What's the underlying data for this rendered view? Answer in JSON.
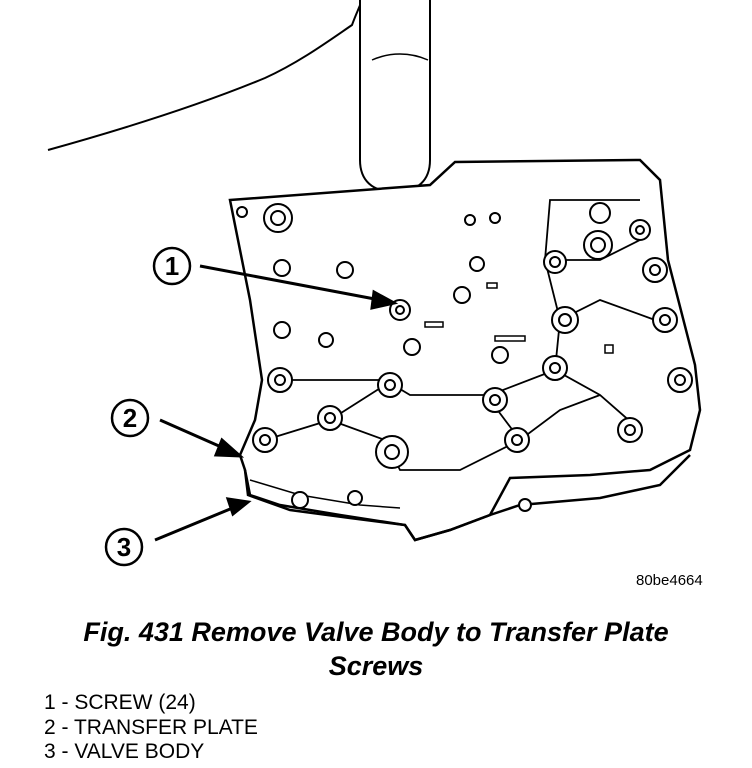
{
  "figure_id": "80be4664",
  "caption": {
    "line1": "Fig. 431 Remove Valve Body to Transfer Plate",
    "line2": "Screws"
  },
  "callouts": [
    "1",
    "2",
    "3"
  ],
  "legend": [
    "1 - SCREW (24)",
    "2 - TRANSFER PLATE",
    "3 - VALVE BODY"
  ]
}
